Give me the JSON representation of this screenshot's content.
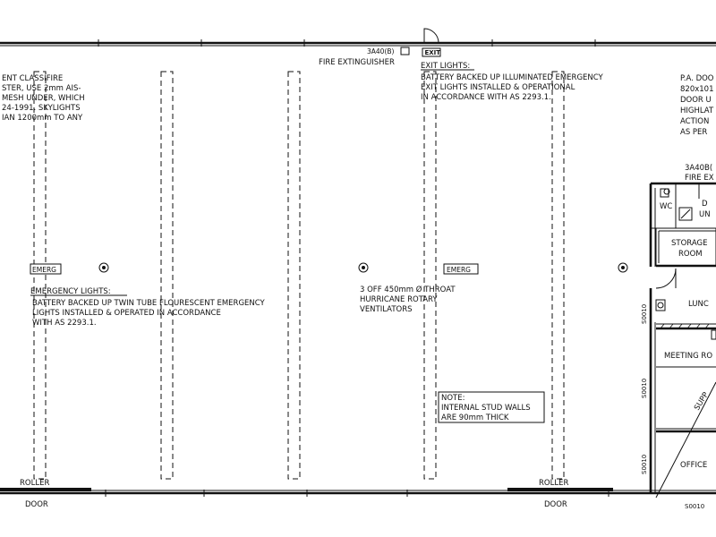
{
  "extinguisher_main": {
    "code": "3A40(B)",
    "label": "FIRE EXTINGUISHER"
  },
  "exit_sign": "EXIT",
  "exit_lights": {
    "heading": "EXIT LIGHTS:",
    "lines": [
      "BATTERY BACKED UP ILLUMINATED EMERGENCY",
      "EXIT LIGHTS INSTALLED & OPERATIONAL",
      "IN ACCORDANCE WITH AS 2293.1."
    ]
  },
  "left_note": [
    "ENT CLASSIFIRE",
    "STER, USE 2mm AIS-",
    "MESH UNDER, WHICH",
    "24-1991. SKYLIGHTS",
    "IAN 1200mm TO ANY"
  ],
  "emerg_tag": "EMERG",
  "emergency_lights": {
    "heading": "EMERGENCY LIGHTS:",
    "lines": [
      "BATTERY BACKED UP TWIN TUBE FLOURESCENT EMERGENCY",
      "LIGHTS INSTALLED & OPERATED IN ACCORDANCE",
      "WITH AS 2293.1."
    ]
  },
  "ventilators": {
    "lines": [
      "3 OFF 450mm Ø THROAT",
      "HURRICANE ROTARY",
      "VENTILATORS"
    ]
  },
  "stud_note": {
    "lines": [
      "NOTE:",
      "INTERNAL STUD WALLS",
      "ARE 90mm THICK"
    ]
  },
  "pa_note": {
    "lines": [
      "P.A. DOO",
      "820x101",
      "DOOR U",
      "HIGHLAT",
      "ACTION",
      "AS PER"
    ]
  },
  "extinguisher_right": {
    "lines": [
      "3A40B(",
      "FIRE EX"
    ]
  },
  "rooms": {
    "wc": "WC",
    "dis": [
      "D",
      "UN"
    ],
    "storage": [
      "STORAGE",
      "ROOM"
    ],
    "lunch": "LUNC",
    "meeting": "MEETING RO",
    "office": "OFFICE",
    "supply": "SUPP"
  },
  "dims": {
    "d1": "S0010",
    "d2": "S0010",
    "d3": "S0010",
    "d4": "S0010"
  },
  "roller_doors": [
    {
      "top": "ROLLER",
      "bottom": "DOOR"
    },
    {
      "top": "ROLLER",
      "bottom": "DOOR"
    }
  ]
}
